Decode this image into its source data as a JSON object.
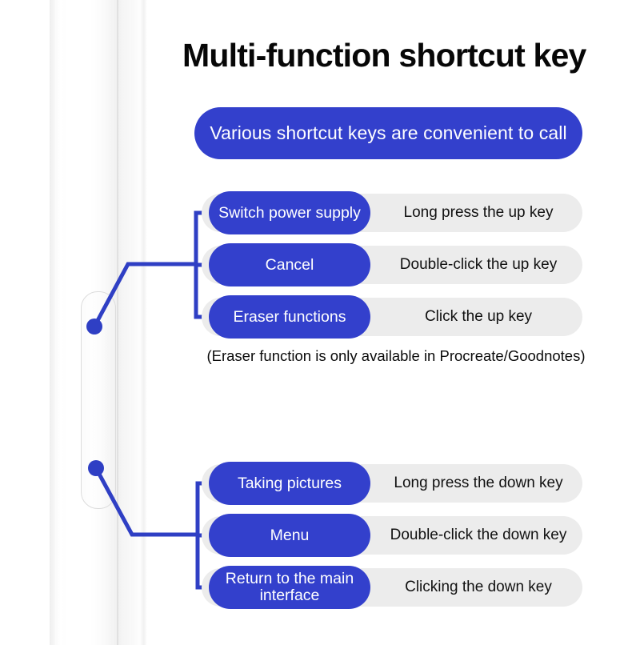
{
  "page": {
    "title": "Multi-function shortcut key",
    "banner": "Various shortcut keys are convenient to call",
    "note": "(Eraser function is only available in Procreate/Goodnotes)"
  },
  "colors": {
    "accent_blue": "#3340cc",
    "row_gray": "#ececec",
    "text_dark": "#111111",
    "text_light": "#ffffff",
    "background": "#ffffff"
  },
  "groups": [
    {
      "group_name": "up-key-shortcuts",
      "rows": [
        {
          "action": "Switch power supply",
          "gesture": "Long press the up key"
        },
        {
          "action": "Cancel",
          "gesture": "Double-click the up key"
        },
        {
          "action": "Eraser functions",
          "gesture": "Click the up key"
        }
      ]
    },
    {
      "group_name": "down-key-shortcuts",
      "rows": [
        {
          "action": "Taking pictures",
          "gesture": "Long press the down key"
        },
        {
          "action": "Menu",
          "gesture": "Double-click the down key"
        },
        {
          "action": "Return to the main\ninterface",
          "gesture": "Clicking the down key"
        }
      ]
    }
  ],
  "device": {
    "name": "stylus-pen",
    "touch_strip_label": "touch-sensor-strip",
    "markers": [
      {
        "name": "upper-key-marker"
      },
      {
        "name": "lower-key-marker"
      }
    ]
  }
}
